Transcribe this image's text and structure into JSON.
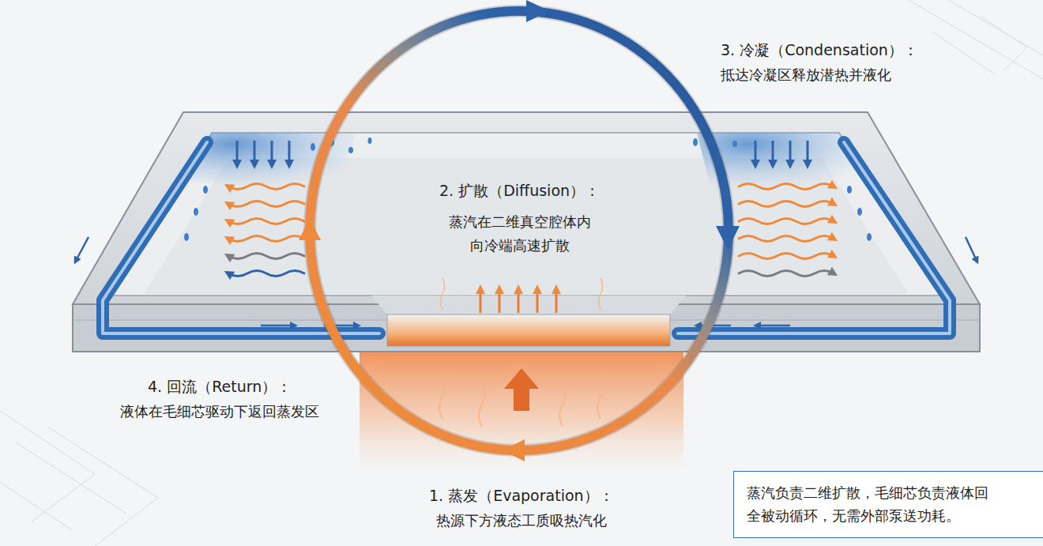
{
  "diagram": {
    "nodes": [
      {
        "text": [
          "蒸汽负责二维扩散，毛细芯负责液体回 全被动循环，无需外部泵送功耗。"
        ]
      }
    ],
    "labels": [
      "3. 冷凝（Condensation）：",
      "抵达冷凝区释放潜热并液化",
      "2. 扩散（Diffusion）：",
      "蒸汽在二维真空腔体内 向冷端高速扩散",
      "4. 回流（Return）：",
      "液体在毛细芯驱动下返回蒸发区",
      "1. 蒸发（Evaporation）：",
      "热源下方液态工质吸热汽化"
    ]
  }
}
